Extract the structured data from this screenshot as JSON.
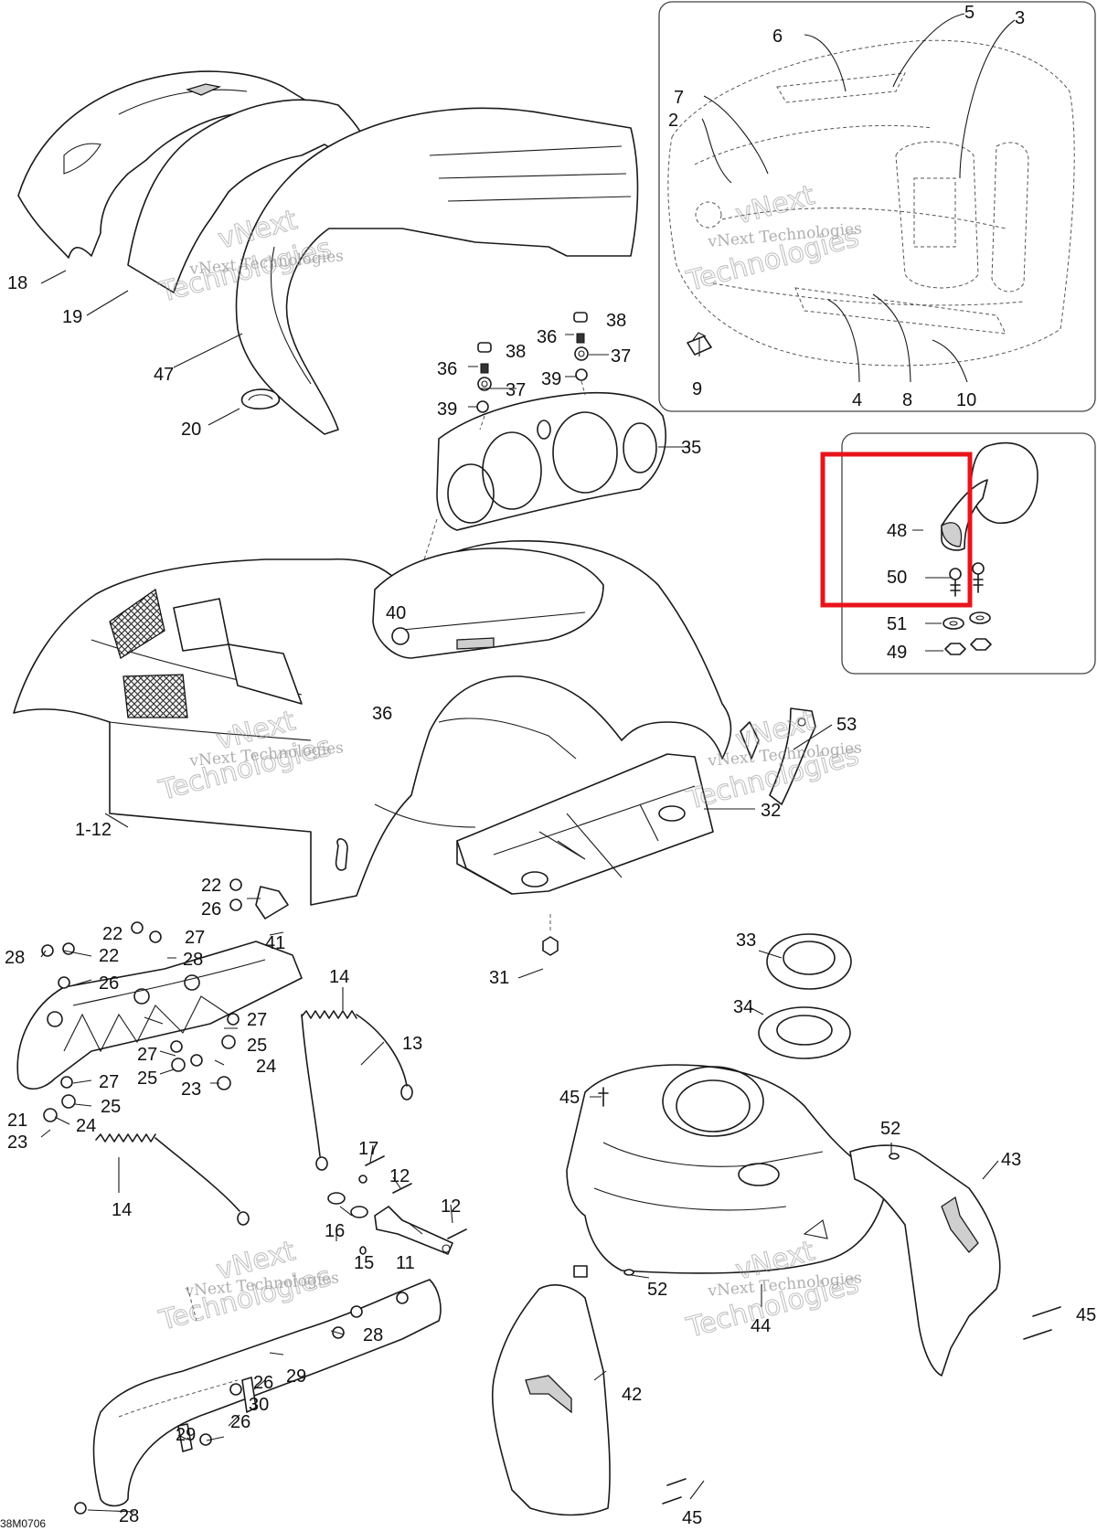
{
  "diagram": {
    "drawing_code": "38M0706",
    "watermark": {
      "line1": "vNext Technologies",
      "line2": "Technologies",
      "line3": "vNext"
    },
    "labels": [
      {
        "id": "lbl-18",
        "text": "18"
      },
      {
        "id": "lbl-19",
        "text": "19"
      },
      {
        "id": "lbl-47",
        "text": "47"
      },
      {
        "id": "lbl-20",
        "text": "20"
      },
      {
        "id": "lbl-6",
        "text": "6"
      },
      {
        "id": "lbl-5",
        "text": "5"
      },
      {
        "id": "lbl-3",
        "text": "3"
      },
      {
        "id": "lbl-7",
        "text": "7"
      },
      {
        "id": "lbl-2",
        "text": "2"
      },
      {
        "id": "lbl-9",
        "text": "9"
      },
      {
        "id": "lbl-4",
        "text": "4"
      },
      {
        "id": "lbl-8",
        "text": "8"
      },
      {
        "id": "lbl-10",
        "text": "10"
      },
      {
        "id": "lbl-36a",
        "text": "36"
      },
      {
        "id": "lbl-38a",
        "text": "38"
      },
      {
        "id": "lbl-37a",
        "text": "37"
      },
      {
        "id": "lbl-39a",
        "text": "39"
      },
      {
        "id": "lbl-38b",
        "text": "38"
      },
      {
        "id": "lbl-36b",
        "text": "36"
      },
      {
        "id": "lbl-37b",
        "text": "37"
      },
      {
        "id": "lbl-39b",
        "text": "39"
      },
      {
        "id": "lbl-35",
        "text": "35"
      },
      {
        "id": "lbl-48",
        "text": "48"
      },
      {
        "id": "lbl-50",
        "text": "50"
      },
      {
        "id": "lbl-51",
        "text": "51"
      },
      {
        "id": "lbl-49",
        "text": "49"
      },
      {
        "id": "lbl-40",
        "text": "40"
      },
      {
        "id": "lbl-36c",
        "text": "36"
      },
      {
        "id": "lbl-53",
        "text": "53"
      },
      {
        "id": "lbl-32",
        "text": "32"
      },
      {
        "id": "lbl-1-12",
        "text": "1-12"
      },
      {
        "id": "lbl-22a",
        "text": "22"
      },
      {
        "id": "lbl-26a",
        "text": "26"
      },
      {
        "id": "lbl-41",
        "text": "41"
      },
      {
        "id": "lbl-22b",
        "text": "22"
      },
      {
        "id": "lbl-27a",
        "text": "27"
      },
      {
        "id": "lbl-28a",
        "text": "28"
      },
      {
        "id": "lbl-22c",
        "text": "22"
      },
      {
        "id": "lbl-28b",
        "text": "28"
      },
      {
        "id": "lbl-26b",
        "text": "26"
      },
      {
        "id": "lbl-31",
        "text": "31"
      },
      {
        "id": "lbl-14a",
        "text": "14"
      },
      {
        "id": "lbl-33",
        "text": "33"
      },
      {
        "id": "lbl-34",
        "text": "34"
      },
      {
        "id": "lbl-27b",
        "text": "27"
      },
      {
        "id": "lbl-25a",
        "text": "25"
      },
      {
        "id": "lbl-13",
        "text": "13"
      },
      {
        "id": "lbl-27c",
        "text": "27"
      },
      {
        "id": "lbl-24a",
        "text": "24"
      },
      {
        "id": "lbl-25b",
        "text": "25"
      },
      {
        "id": "lbl-23a",
        "text": "23"
      },
      {
        "id": "lbl-27d",
        "text": "27"
      },
      {
        "id": "lbl-21",
        "text": "21"
      },
      {
        "id": "lbl-25c",
        "text": "25"
      },
      {
        "id": "lbl-24b",
        "text": "24"
      },
      {
        "id": "lbl-23b",
        "text": "23"
      },
      {
        "id": "lbl-45a",
        "text": "45"
      },
      {
        "id": "lbl-14b",
        "text": "14"
      },
      {
        "id": "lbl-17",
        "text": "17"
      },
      {
        "id": "lbl-12a",
        "text": "12"
      },
      {
        "id": "lbl-52a",
        "text": "52"
      },
      {
        "id": "lbl-43",
        "text": "43"
      },
      {
        "id": "lbl-12b",
        "text": "12"
      },
      {
        "id": "lbl-16",
        "text": "16"
      },
      {
        "id": "lbl-15",
        "text": "15"
      },
      {
        "id": "lbl-11",
        "text": "11"
      },
      {
        "id": "lbl-52b",
        "text": "52"
      },
      {
        "id": "lbl-28c",
        "text": "28"
      },
      {
        "id": "lbl-44",
        "text": "44"
      },
      {
        "id": "lbl-45b",
        "text": "45"
      },
      {
        "id": "lbl-29a",
        "text": "29"
      },
      {
        "id": "lbl-26c",
        "text": "26"
      },
      {
        "id": "lbl-30",
        "text": "30"
      },
      {
        "id": "lbl-42",
        "text": "42"
      },
      {
        "id": "lbl-29b",
        "text": "29"
      },
      {
        "id": "lbl-26d",
        "text": "26"
      },
      {
        "id": "lbl-45c",
        "text": "45"
      },
      {
        "id": "lbl-28d",
        "text": "28"
      }
    ]
  }
}
